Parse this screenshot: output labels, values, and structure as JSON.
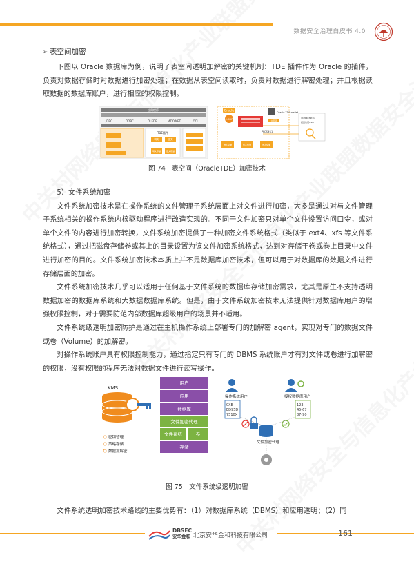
{
  "header": {
    "title": "数据安全治理白皮书 4.0"
  },
  "section_tde": {
    "heading": "表空间加密",
    "para1": "下图以 Oracle 数据库为例，说明了表空间透明加解密的关键机制：TDE 插件作为 Oracle 的插件，负责对数据存储时对数据进行加密处理；在数据从表空间读取时，负责对数据进行解密处理；并且根据读取数据的数据库账户，进行相应的权限控制。"
  },
  "figure74": {
    "caption": "图 74　表空间（OracleTDE）加密技术",
    "left_labels": [
      "应用程序",
      "JDBC",
      "ODBC",
      "OLEDB",
      "ADO.NET",
      "OCI",
      "TDE插件",
      "明文",
      "密文",
      "明文存储",
      "密文存储"
    ],
    "oracle_label": "Oracle",
    "tde_wallet": "Oracle TDE wallet",
    "right_labels": [
      "2.3DP",
      "主密钥",
      "PKCS#11",
      "通过PKCS#11",
      "接口访问HSM",
      "明文存储",
      "密文存储",
      "明文存储"
    ]
  },
  "section_fs": {
    "heading": "5）文件系统加密",
    "para1": "文件系统加密技术是在操作系统的文件管理子系统层面上对文件进行加密，大多是通过对与文件管理子系统相关的操作系统内核驱动程序进行改造实现的。不同于文件加密只对单个文件设置访问口令，或对单个文件的内容进行加密转换，文件系统加密提供了一种加密文件系统格式（类似于 ext4、xfs 等文件系统格式），通过把磁盘存储卷或其上的目录设置为该文件加密系统格式，达到对存储于卷或卷上目录中文件进行加密的目的。文件系统加密技术本质上并不是数据库加密技术，但可以用于对数据库的数据文件进行存储层面的加密。",
    "para2": "文件系统加密技术几乎可以适用于任何基于文件系统的数据库存储加密需求，尤其是原生不支持透明数据加密的数据库系统和大数据数据库系统。但是，由于文件系统加密技术无法提供针对数据库用户的增强权限控制，对于需要防范内部数据库超级用户的场景并不适用。",
    "para3": "文件系统级透明加密防护是通过在主机操作系统上部署专门的加解密 agent，实现对专门的数据文件或卷（Volume）的加解密。",
    "para4": "对操作系统账户具有权限控制能力，通过指定只有专门的 DBMS 系统账户才有对文件或卷进行加解密的权限，没有权限的程序无法对数据文件进行读写操作。"
  },
  "figure75": {
    "caption": "图 75　文件系统级透明加密",
    "kms": "KMS",
    "kms_items": [
      "密钥管理",
      "策略存储",
      "数据加解密"
    ],
    "stack": [
      "用户",
      "应用",
      "数据库",
      "文件加密代理",
      "文件系统",
      "卷",
      "存储"
    ],
    "os_user": "操作系统用户",
    "auth_user": "授权数据库用户",
    "cipher_lines": [
      "0XE",
      "ED95D",
      "7510X"
    ],
    "plain_lines": [
      "123",
      "45-67",
      "87-90"
    ],
    "agent": "文件加密代理"
  },
  "section_last": {
    "para1": "文件系统透明加密技术路线的主要优势有：（1）对数据库系统（DBMS）和应用透明；（2）同"
  },
  "footer": {
    "brand_en": "DBSEC",
    "brand_cn": "安华金和",
    "company": "北京安华金和科技有限公司",
    "page": "161"
  },
  "watermark": {
    "text": "中关村网络安全与信息化产业联盟数据安全治理专业委员会"
  },
  "colors": {
    "accent": "#f5a623",
    "purple": "#8a4fa8",
    "blue": "#2f6fb5",
    "orange": "#f08c1e"
  }
}
